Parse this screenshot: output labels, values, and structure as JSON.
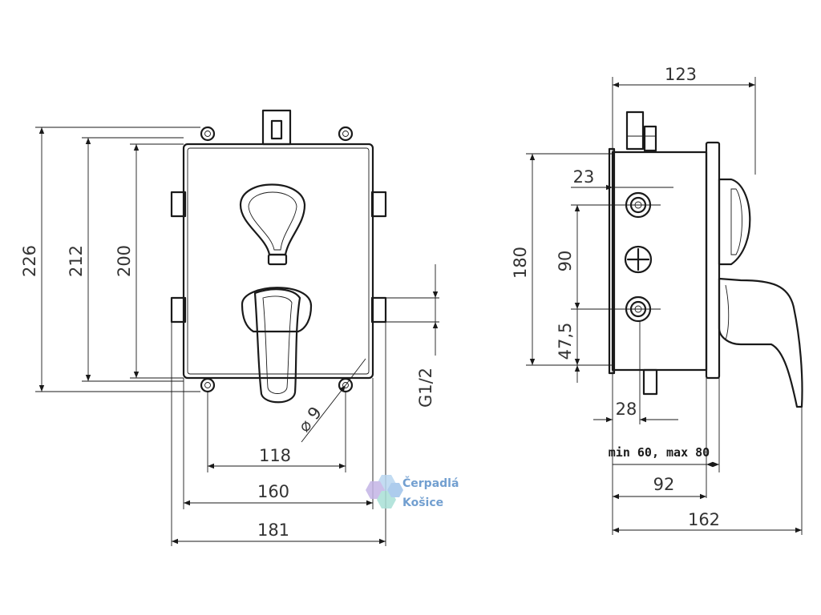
{
  "front_view": {
    "dim_overall_height": "226",
    "dim_body_height": "212",
    "dim_plate_height": "200",
    "dim_hole_spacing": "118",
    "dim_plate_width": "160",
    "dim_overall_width": "181",
    "dim_hole_diameter": "⌀ 9",
    "dim_thread": "G1/2"
  },
  "side_view": {
    "dim_depth_overall": "123",
    "dim_offset_top": "23",
    "dim_height": "180",
    "dim_port_spacing": "90",
    "dim_port_bottom": "47,5",
    "dim_wall_offset": "28",
    "dim_install_range": "min 60, max 80",
    "dim_body_depth": "92",
    "dim_total_depth": "162"
  },
  "logo": {
    "line1": "Čerpadlá",
    "line2": "Košice",
    "colors": [
      "#b9d7f0",
      "#c4b5e6",
      "#a9e0d6",
      "#9fc4ea"
    ]
  }
}
